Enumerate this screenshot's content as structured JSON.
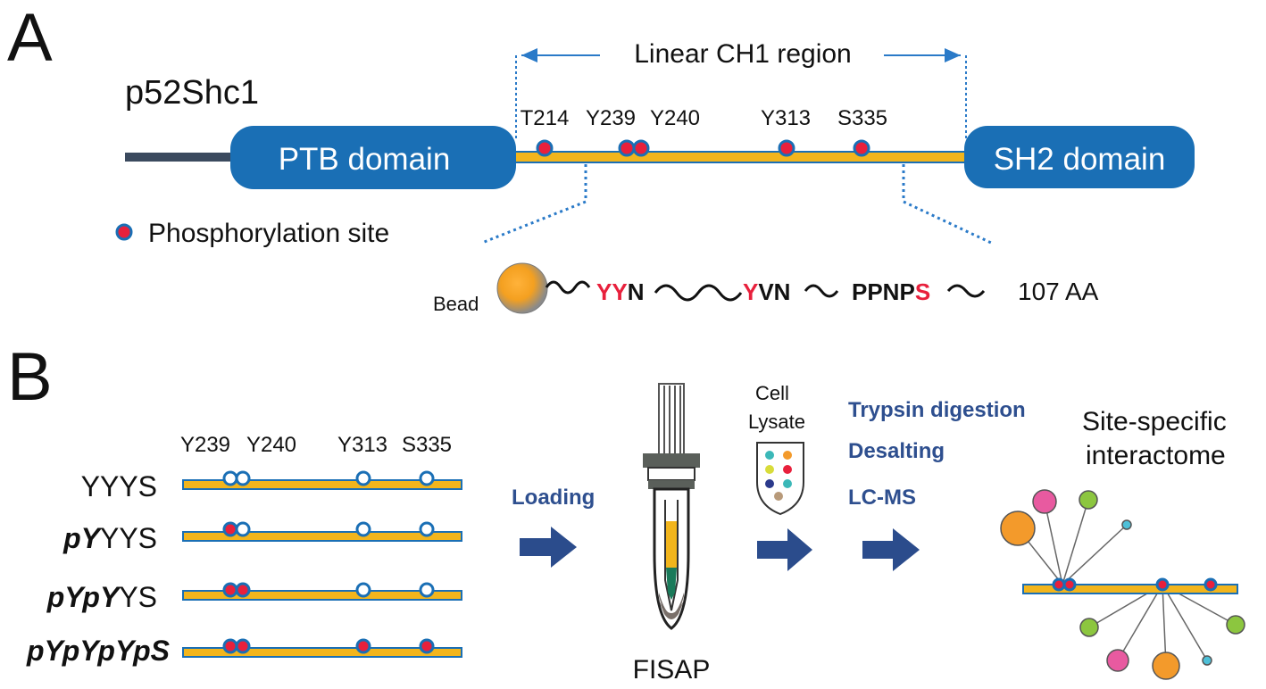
{
  "panelA": {
    "label": "A",
    "protein_name": "p52Shc1",
    "region_label": "Linear CH1 region",
    "ptb_label": "PTB domain",
    "sh2_label": "SH2 domain",
    "sites": [
      "T214",
      "Y239",
      "Y240",
      "Y313",
      "S335"
    ],
    "legend_label": "Phosphorylation site",
    "bead_label": "Bead",
    "seq": {
      "m1_red": "YY",
      "m1_black": "N",
      "m2_red": "Y",
      "m2_black": "VN",
      "m3_black": "PPNP",
      "m3_red": "S"
    },
    "length_label": "107 AA"
  },
  "panelB": {
    "label": "B",
    "site_header": [
      "Y239",
      "Y240",
      "Y313",
      "S335"
    ],
    "rows": [
      {
        "bold": "",
        "normal": "YYYS",
        "phospho": [
          false,
          false,
          false,
          false
        ]
      },
      {
        "bold": "pY",
        "normal": "YYS",
        "phospho": [
          true,
          false,
          false,
          false
        ]
      },
      {
        "bold": "pYpY",
        "normal": "YS",
        "phospho": [
          true,
          true,
          false,
          false
        ]
      },
      {
        "bold": "pYpYpYpS",
        "normal": "",
        "phospho": [
          true,
          true,
          true,
          true
        ]
      }
    ],
    "loading_label": "Loading",
    "fisap_label": "FISAP",
    "cell_label": "Cell",
    "lysate_label": "Lysate",
    "steps": [
      "Trypsin digestion",
      "Desalting",
      "LC-MS"
    ],
    "interactome_title_1": "Site-specific",
    "interactome_title_2": "interactome"
  },
  "colors": {
    "domain_blue": "#1a6fb5",
    "linker_yellow": "#f2b51c",
    "site_red": "#e8203c",
    "arrow_navy": "#2b4c8c",
    "step_text": "#2e4f8f",
    "dim_arrow": "#2a7ac8"
  }
}
